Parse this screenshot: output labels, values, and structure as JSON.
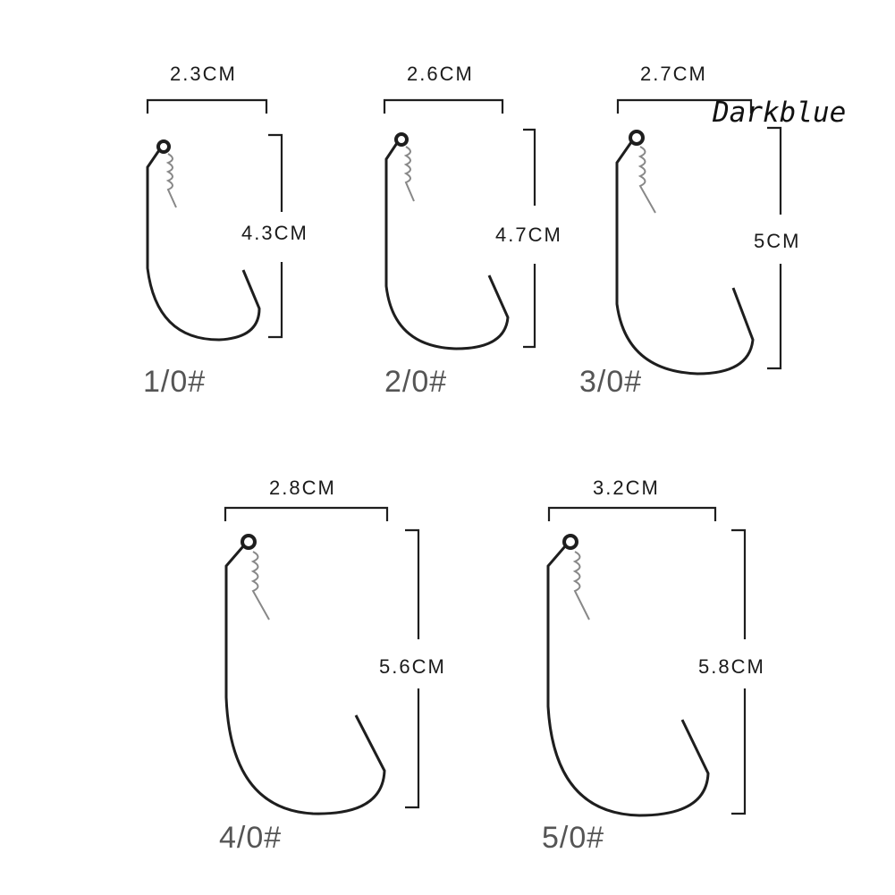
{
  "watermark": "Darkblue",
  "hooks": [
    {
      "size": "1/0#",
      "width": "2.3CM",
      "height": "4.3CM"
    },
    {
      "size": "2/0#",
      "width": "2.6CM",
      "height": "4.7CM"
    },
    {
      "size": "3/0#",
      "width": "2.7CM",
      "height": "5CM"
    },
    {
      "size": "4/0#",
      "width": "2.8CM",
      "height": "5.6CM"
    },
    {
      "size": "5/0#",
      "width": "3.2CM",
      "height": "5.8CM"
    }
  ]
}
